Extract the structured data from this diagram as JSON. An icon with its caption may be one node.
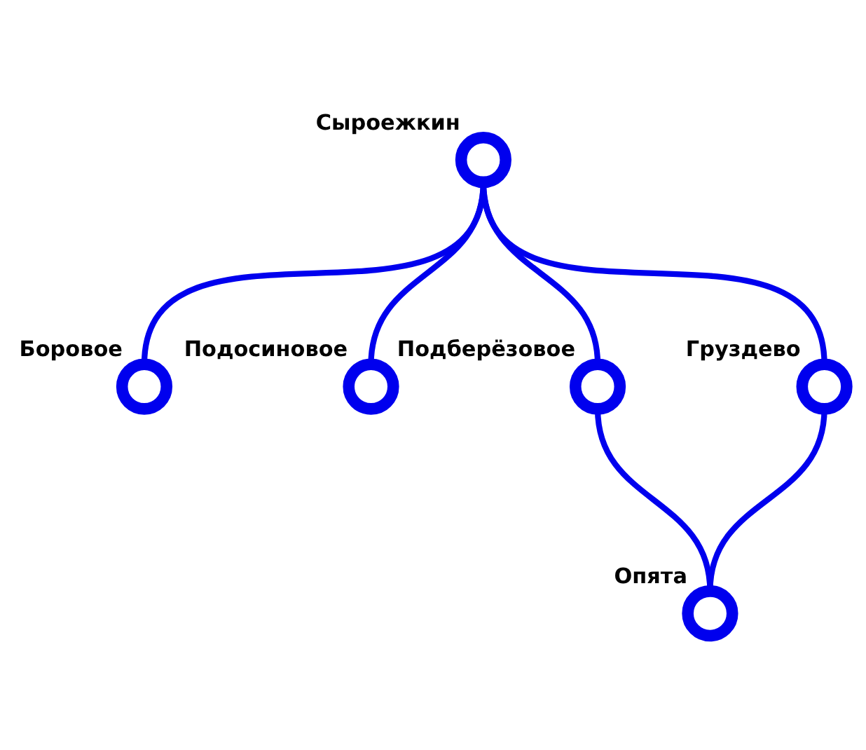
{
  "diagram": {
    "nodes": [
      {
        "text": [
          "Сыроежкин"
        ]
      },
      {
        "text": [
          "Боровое"
        ]
      },
      {
        "text": [
          "Подосиновое"
        ]
      },
      {
        "text": [
          "Подберёзовое"
        ]
      },
      {
        "text": [
          "Груздево"
        ]
      },
      {
        "text": [
          "Опята"
        ]
      }
    ],
    "edges": [
      {
        "from": 0,
        "to": 1,
        "arrow": "none"
      },
      {
        "from": 0,
        "to": 2,
        "arrow": "none"
      },
      {
        "from": 0,
        "to": 3,
        "arrow": "none"
      },
      {
        "from": 0,
        "to": 4,
        "arrow": "none"
      },
      {
        "from": 3,
        "to": 5,
        "arrow": "none"
      },
      {
        "from": 4,
        "to": 5,
        "arrow": "none"
      }
    ]
  }
}
